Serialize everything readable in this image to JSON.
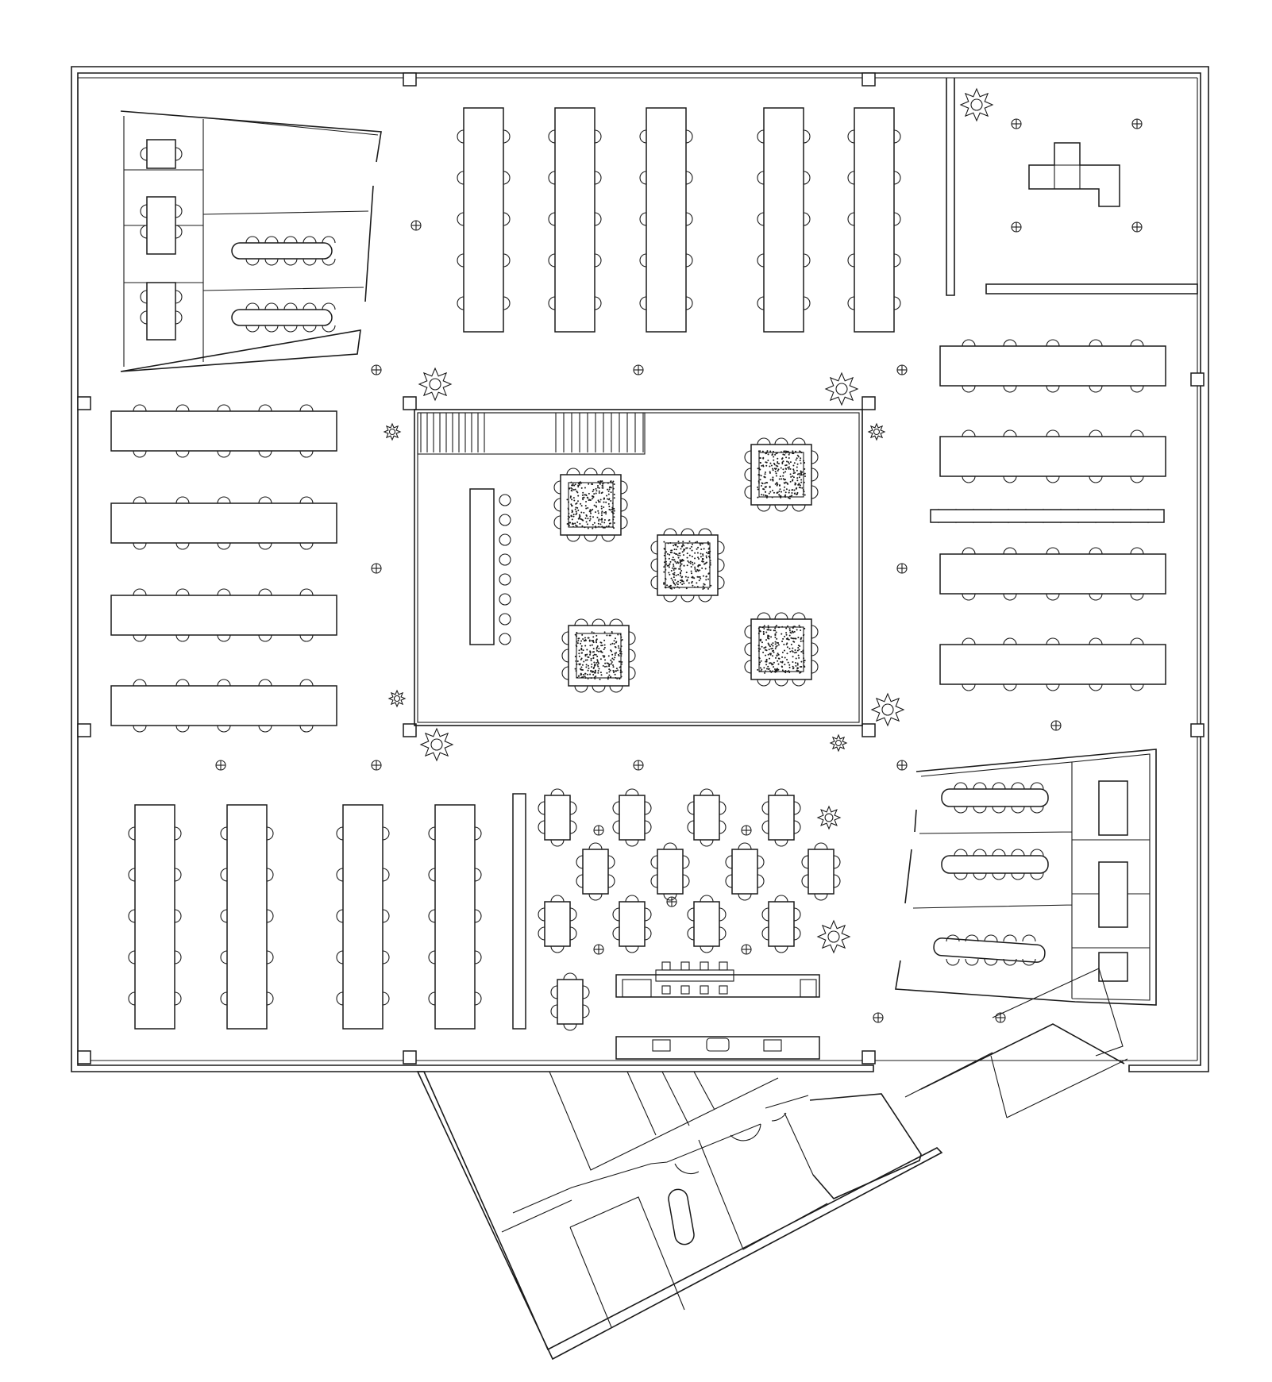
{
  "drawing": {
    "type": "architectural floor plan",
    "labels": [],
    "colors": {
      "line": "#1a1a1a",
      "background": "#ffffff"
    }
  },
  "furniture": {
    "desk_clusters": 5,
    "open_plan_tables": 12,
    "cafe_tables": 13,
    "meeting_rooms": 9,
    "planters_in_atrium": 5
  }
}
